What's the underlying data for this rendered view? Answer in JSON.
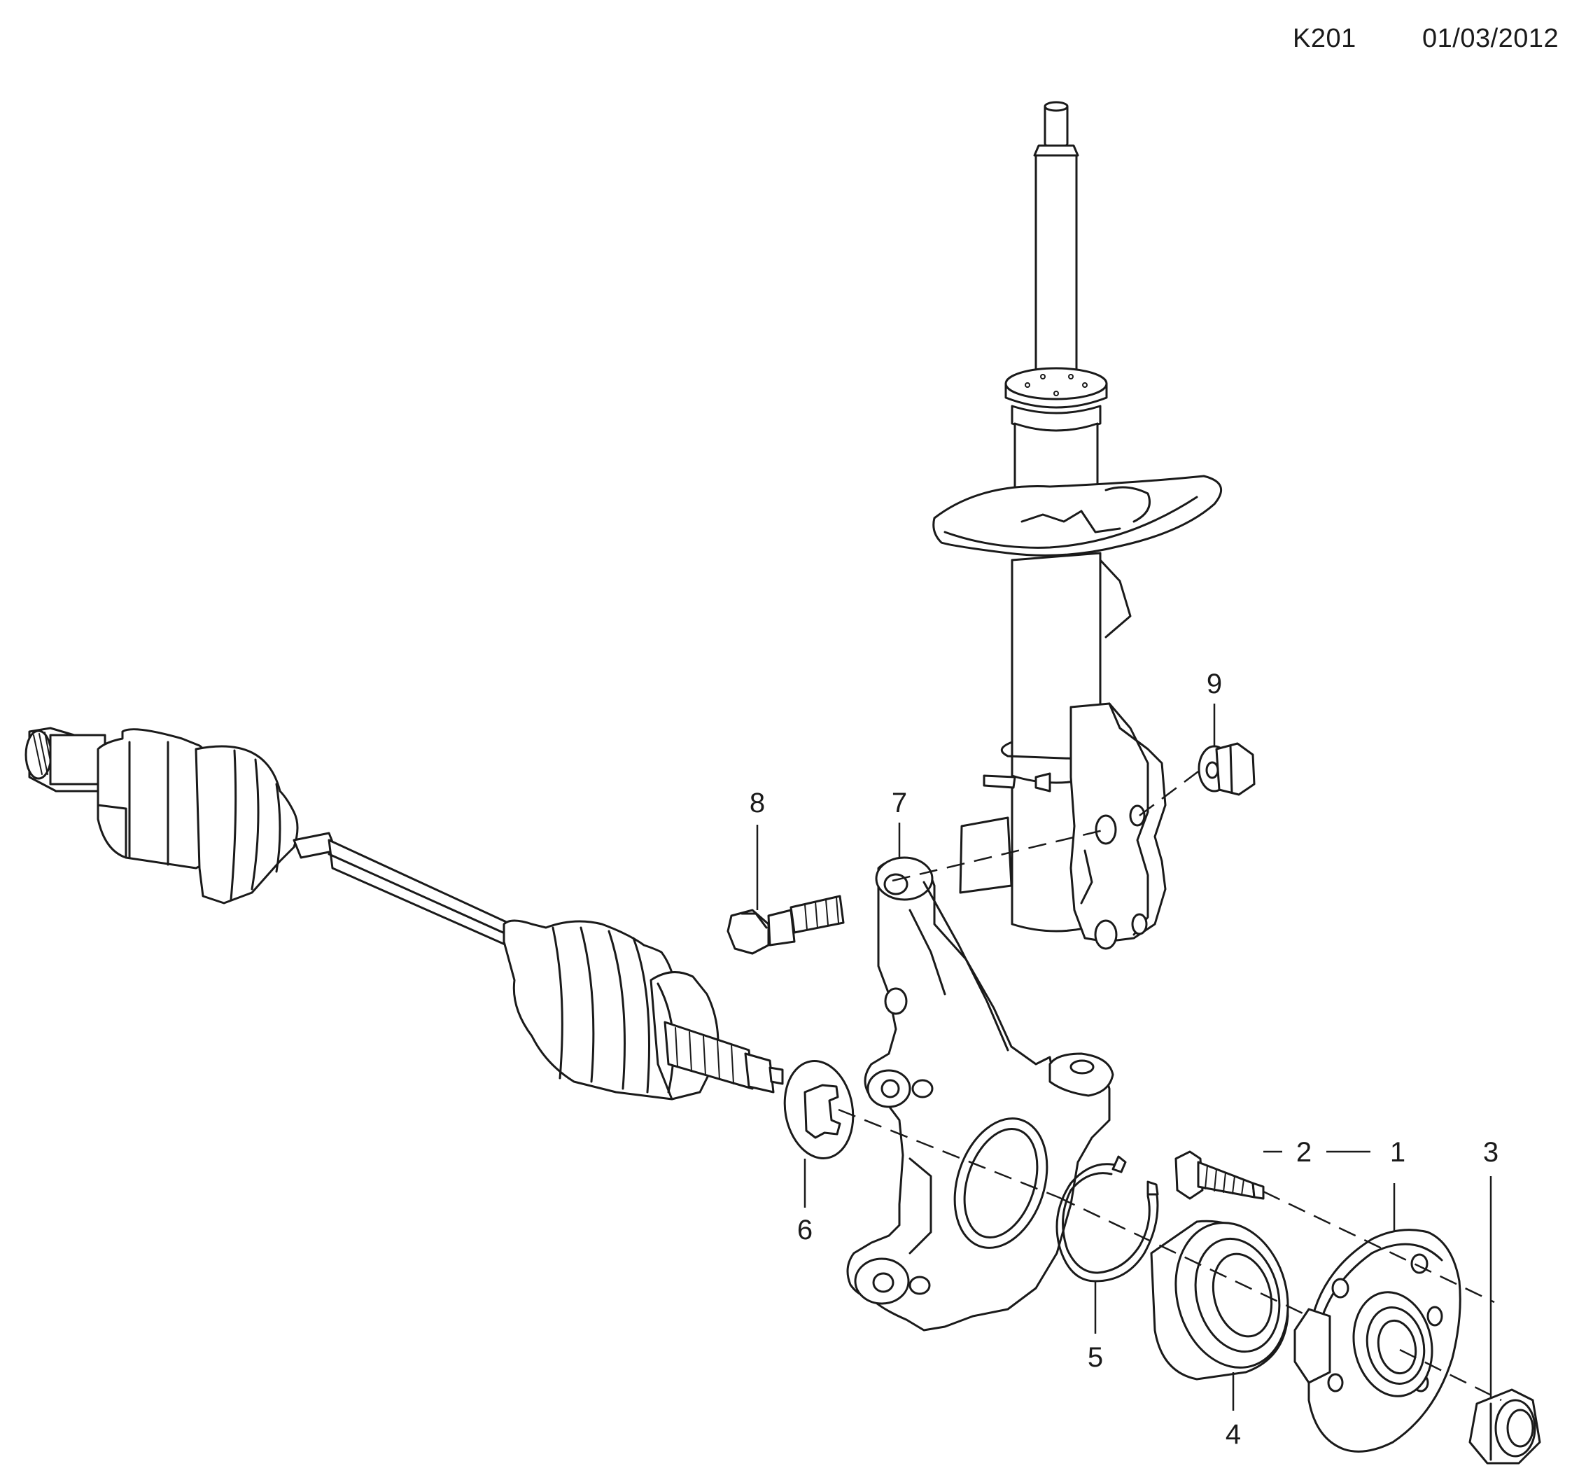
{
  "header": {
    "code": "K201",
    "date": "01/03/2012"
  },
  "callouts": {
    "c1": "1",
    "c2": "2",
    "c3": "3",
    "c4": "4",
    "c5": "5",
    "c6": "6",
    "c7": "7",
    "c8": "8",
    "c9": "9"
  },
  "colors": {
    "line": "#1a1a1a",
    "background": "#ffffff"
  }
}
